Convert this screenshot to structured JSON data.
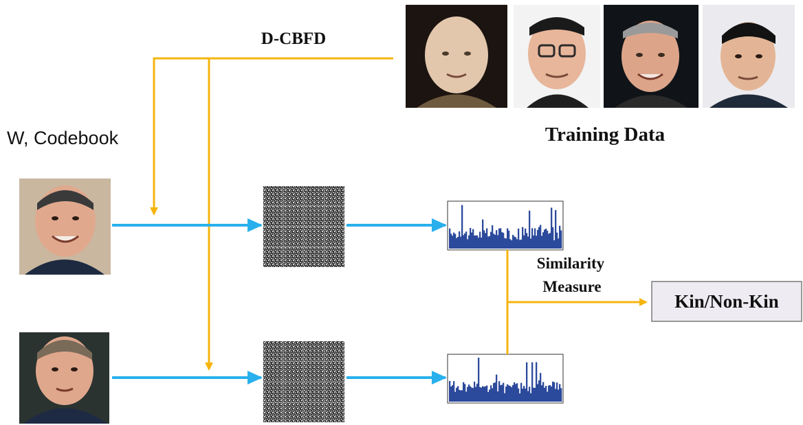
{
  "labels": {
    "method": "D-CBFD",
    "params": "W, Codebook",
    "training": "Training Data",
    "similarity_line1": "Similarity",
    "similarity_line2": "Measure",
    "output": "Kin/Non-Kin"
  },
  "colors": {
    "arrow_orange": "#f5b50f",
    "arrow_blue": "#29b0ec",
    "histogram_fill": "#2c4a9c",
    "output_box_fill": "#eeecf2",
    "output_box_border": "#7a7a7a"
  },
  "icons": {
    "training_faces": [
      "face-photo-icon",
      "face-photo-icon",
      "face-photo-icon",
      "face-photo-icon"
    ],
    "input_faces": [
      "parent-face-photo-icon",
      "child-face-photo-icon"
    ],
    "feature_maps": [
      "feature-map-icon",
      "feature-map-icon"
    ],
    "histograms": [
      "histogram-icon",
      "histogram-icon"
    ]
  }
}
